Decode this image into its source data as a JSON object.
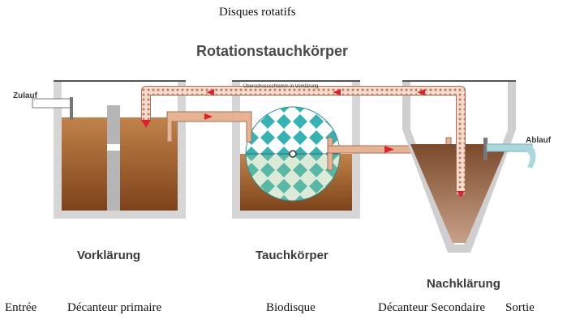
{
  "caption_top": "Disques rotatifs",
  "diagram": {
    "title": "Rotationstauchkörper",
    "labels": {
      "inlet": "Zulauf",
      "outlet": "Ablauf",
      "sludge_return": "Überschussschlamm in Vorklärung",
      "primary": "Vorklärung",
      "biodisc": "Tauchkörper",
      "secondary": "Nachklärung"
    },
    "colors": {
      "sludge": "#8a4e22",
      "sludge_light": "#b9783f",
      "pipe": "#e7b493",
      "arrow": "#e0202a",
      "disc_teal": "#35b2b4",
      "tank_wall": "#9a9a9a",
      "clear_water": "#a8d8dc"
    }
  },
  "bottom_captions": {
    "entry": "Entrée",
    "primary": "Décanteur primaire",
    "biodisc": "Biodisque",
    "secondary": "Décanteur Secondaire",
    "exit": "Sortie"
  }
}
